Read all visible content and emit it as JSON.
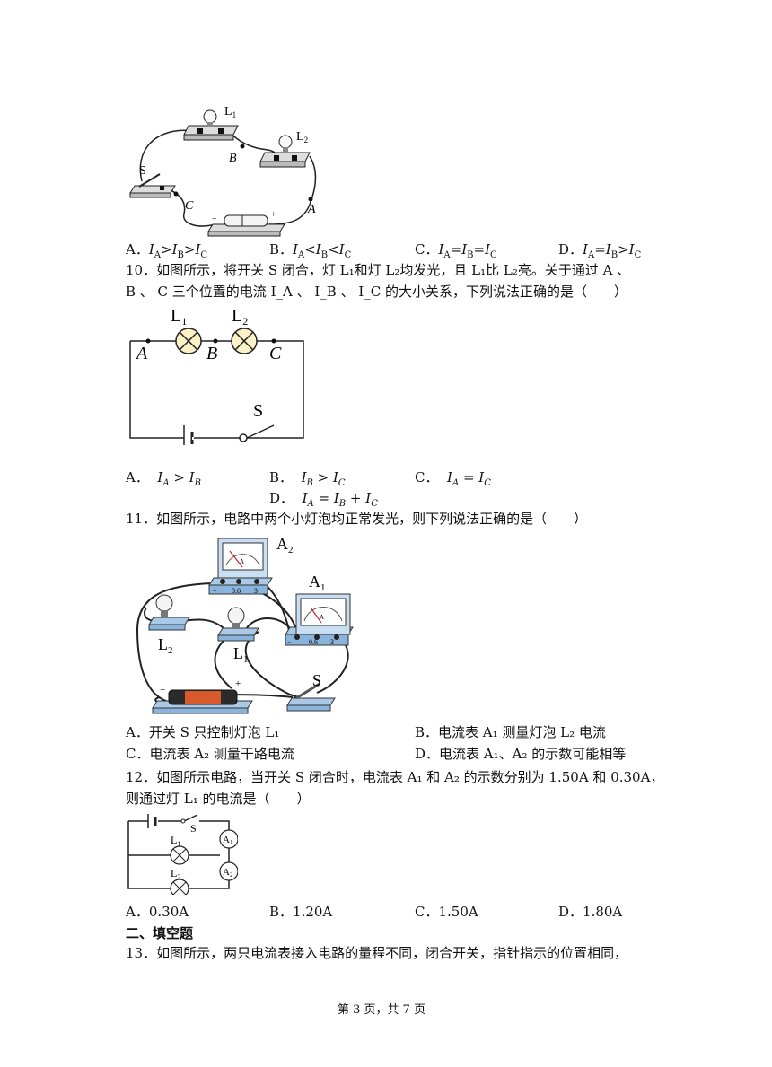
{
  "q9": {
    "fig": {
      "L1": "L",
      "L1sub": "1",
      "L2": "L",
      "L2sub": "2",
      "S": "S",
      "A": "A",
      "B": "B",
      "C": "C",
      "minus": "−",
      "plus": "+"
    },
    "options": [
      "A．I_A>I_B>I_C",
      "B．I_A<I_B<I_C",
      "C．I_A=I_B=I_C",
      "D．I_A=I_B>I_C"
    ],
    "opt_text": [
      {
        "lbl": "A．",
        "expr": [
          "I",
          "A",
          ">",
          "I",
          "B",
          ">",
          "I",
          "C"
        ]
      },
      {
        "lbl": "B．",
        "expr": [
          "I",
          "A",
          "<",
          "I",
          "B",
          "<",
          "I",
          "C"
        ]
      },
      {
        "lbl": "C．",
        "expr": [
          "I",
          "A",
          "=",
          "I",
          "B",
          "=",
          "I",
          "C"
        ]
      },
      {
        "lbl": "D．",
        "expr": [
          "I",
          "A",
          "=",
          "I",
          "B",
          ">",
          "I",
          "C"
        ]
      }
    ]
  },
  "q10": {
    "line1": "10．如图所示，将开关 S 闭合，灯 L₁和灯 L₂均发光，且 L₁比 L₂亮。关于通过 A 、",
    "line2": "B 、 C 三个位置的电流 I_A 、 I_B 、 I_C 的大小关系，下列说法正确的是（　　）",
    "fig": {
      "L1": "L",
      "L1sub": "1",
      "L2": "L",
      "L2sub": "2",
      "A": "A",
      "B": "B",
      "C": "C",
      "S": "S"
    },
    "opt_a": "A．",
    "opt_a_expr": "I_A > I_B",
    "opt_b": "B．",
    "opt_b_expr": "I_B > I_C",
    "opt_c": "C．",
    "opt_c_expr": "I_A = I_C",
    "opt_d": "D．",
    "opt_d_expr": "I_A = I_B + I_C"
  },
  "q11": {
    "line1": "11．如图所示，电路中两个小灯泡均正常发光，则下列说法正确的是（　　）",
    "fig": {
      "A2": "A",
      "A2sub": "2",
      "A1": "A",
      "A1sub": "1",
      "L2": "L",
      "L2sub": "2",
      "L1": "L",
      "L1sub": "1",
      "S": "S",
      "scale1": "0.6",
      "scale2": "3",
      "neg": "−",
      "plus": "+",
      "meterA": "A"
    },
    "opt_a": "A．开关 S 只控制灯泡 L₁",
    "opt_b": "B．电流表 A₁ 测量灯泡 L₂ 电流",
    "opt_c": "C．电流表 A₂ 测量干路电流",
    "opt_d": "D．电流表 A₁、A₂ 的示数可能相等"
  },
  "q12": {
    "line1": "12．如图所示电路，当开关 S 闭合时，电流表 A₁ 和 A₂ 的示数分别为 1.50A 和 0.30A，",
    "line2": "则通过灯 L₁ 的电流是（　　）",
    "fig": {
      "S": "S",
      "L1": "L",
      "L1sub": "1",
      "L2": "L",
      "L2sub": "2",
      "A1": "A",
      "A1sub": "1",
      "A2": "A",
      "A2sub": "2"
    },
    "opt_a": "A．0.30A",
    "opt_b": "B．1.20A",
    "opt_c": "C．1.50A",
    "opt_d": "D．1.80A"
  },
  "section2": "二、填空题",
  "q13": {
    "line1": "13．如图所示，两只电流表接入电路的量程不同，闭合开关，指针指示的位置相同，"
  },
  "footer": "第 3 页，共 7 页"
}
